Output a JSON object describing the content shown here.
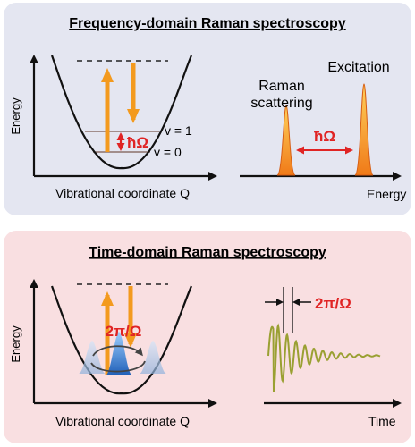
{
  "top": {
    "title": "Frequency-domain Raman spectroscopy",
    "y_axis_label": "Energy",
    "x_axis_label": "Vibrational coordinate Q",
    "level_v1": "v = 1",
    "level_v0": "v = 0",
    "quantum_label": "ħΩ",
    "spectrum_raman_line1": "Raman",
    "spectrum_raman_line2": "scattering",
    "spectrum_excitation": "Excitation",
    "spectrum_gap_label": "ħΩ",
    "spectrum_x_label": "Energy"
  },
  "bottom": {
    "title": "Time-domain Raman spectroscopy",
    "y_axis_label": "Energy",
    "x_axis_label": "Vibrational coordinate Q",
    "period_label": "2π/Ω",
    "trace_period_label": "2π/Ω",
    "trace_x_label": "Time"
  },
  "colors": {
    "top_panel_bg": "#e4e6f1",
    "bottom_panel_bg": "#f9dfe1",
    "arrow_orange": "#f39a1e",
    "accent_red": "#e02424",
    "trace_olive": "#9aa032",
    "wavepacket_blue": "#3f7fd0"
  }
}
